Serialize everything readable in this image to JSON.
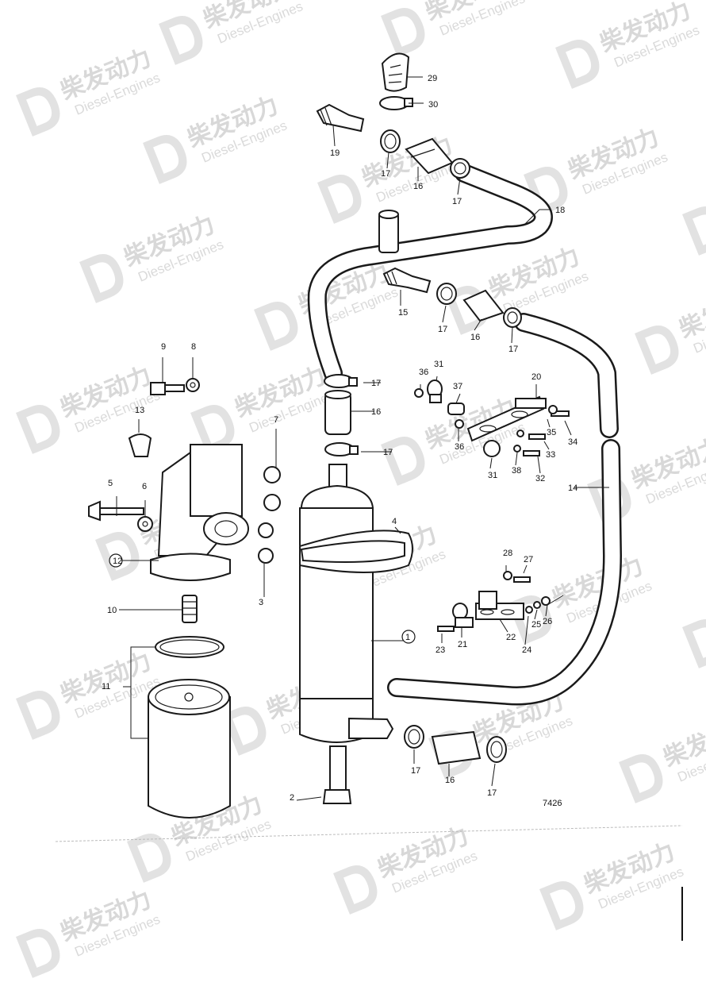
{
  "figure": {
    "drawing_number": "7426",
    "callouts": [
      {
        "id": "c1",
        "text": "1"
      },
      {
        "id": "c2",
        "text": "2"
      },
      {
        "id": "c3",
        "text": "3"
      },
      {
        "id": "c4",
        "text": "4"
      },
      {
        "id": "c5",
        "text": "5"
      },
      {
        "id": "c6",
        "text": "6"
      },
      {
        "id": "c7",
        "text": "7"
      },
      {
        "id": "c8",
        "text": "8"
      },
      {
        "id": "c9",
        "text": "9"
      },
      {
        "id": "c10",
        "text": "10"
      },
      {
        "id": "c11",
        "text": "11"
      },
      {
        "id": "c12",
        "text": "12"
      },
      {
        "id": "c13",
        "text": "13"
      },
      {
        "id": "c14",
        "text": "14"
      },
      {
        "id": "c15",
        "text": "15"
      },
      {
        "id": "c16a",
        "text": "16"
      },
      {
        "id": "c16b",
        "text": "16"
      },
      {
        "id": "c16c",
        "text": "16"
      },
      {
        "id": "c16d",
        "text": "16"
      },
      {
        "id": "c17a",
        "text": "17"
      },
      {
        "id": "c17b",
        "text": "17"
      },
      {
        "id": "c17c",
        "text": "17"
      },
      {
        "id": "c17d",
        "text": "17"
      },
      {
        "id": "c17e",
        "text": "17"
      },
      {
        "id": "c17f",
        "text": "17"
      },
      {
        "id": "c17g",
        "text": "17"
      },
      {
        "id": "c17h",
        "text": "17"
      },
      {
        "id": "c18",
        "text": "18"
      },
      {
        "id": "c19",
        "text": "19"
      },
      {
        "id": "c20",
        "text": "20"
      },
      {
        "id": "c21",
        "text": "21"
      },
      {
        "id": "c22",
        "text": "22"
      },
      {
        "id": "c23",
        "text": "23"
      },
      {
        "id": "c24",
        "text": "24"
      },
      {
        "id": "c25",
        "text": "25"
      },
      {
        "id": "c26",
        "text": "26"
      },
      {
        "id": "c27",
        "text": "27"
      },
      {
        "id": "c28",
        "text": "28"
      },
      {
        "id": "c29",
        "text": "29"
      },
      {
        "id": "c30",
        "text": "30"
      },
      {
        "id": "c31a",
        "text": "31"
      },
      {
        "id": "c31b",
        "text": "31"
      },
      {
        "id": "c32",
        "text": "32"
      },
      {
        "id": "c33",
        "text": "33"
      },
      {
        "id": "c34",
        "text": "34"
      },
      {
        "id": "c35",
        "text": "35"
      },
      {
        "id": "c36a",
        "text": "36"
      },
      {
        "id": "c36b",
        "text": "36"
      },
      {
        "id": "c37",
        "text": "37"
      },
      {
        "id": "c38",
        "text": "38"
      }
    ]
  },
  "watermark": {
    "brand": "柴发动力",
    "subtitle": "Diesel-Engines"
  }
}
